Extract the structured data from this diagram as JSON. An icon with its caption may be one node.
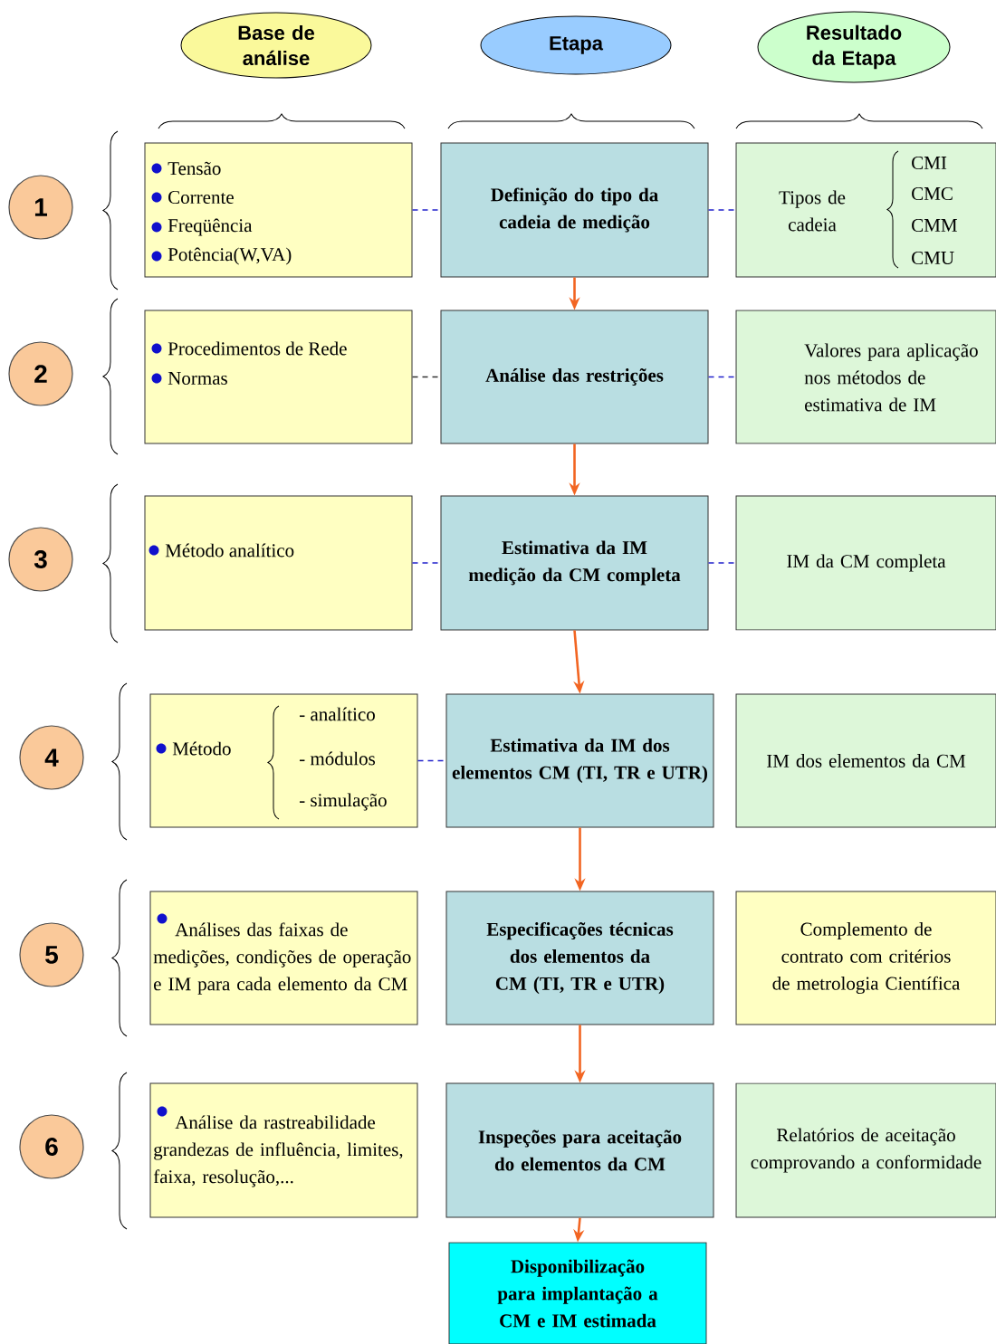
{
  "diagram": {
    "nodes": [
      {
        "text": [
          "Base de análise"
        ]
      },
      {
        "text": [
          "Etapa"
        ]
      },
      {
        "text": [
          "Resultado da Etapa"
        ]
      },
      {
        "text": [
          "1"
        ]
      },
      {
        "text": [
          "Tensão",
          "Corrente",
          "Freqüência",
          "Potência(W,VA)"
        ]
      },
      {
        "text": [
          "Definição do tipo da cadeia de medição"
        ]
      },
      {
        "text": [
          "Tipos de cadeia",
          "CMI",
          "CMC",
          "CMM",
          "CMU"
        ]
      },
      {
        "text": [
          "2"
        ]
      },
      {
        "text": [
          "Procedimentos de Rede",
          "Normas"
        ]
      },
      {
        "text": [
          "Análise das restrições"
        ]
      },
      {
        "text": [
          "Valores para aplicação nos métodos de estimativa de IM"
        ]
      },
      {
        "text": [
          "3"
        ]
      },
      {
        "text": [
          "Método analítico"
        ]
      },
      {
        "text": [
          "Estimativa da IM medição da CM completa"
        ]
      },
      {
        "text": [
          "IM da CM completa"
        ]
      },
      {
        "text": [
          "4"
        ]
      },
      {
        "text": [
          "Método",
          "- analítico",
          "- módulos",
          "- simulação"
        ]
      },
      {
        "text": [
          "Estimativa da IM dos elementos CM (TI, TR e UTR)"
        ]
      },
      {
        "text": [
          "IM dos elementos da CM"
        ]
      },
      {
        "text": [
          "5"
        ]
      },
      {
        "text": [
          "Análises das faixas de medições, condições de operação e IM para cada elemento da CM"
        ]
      },
      {
        "text": [
          "Especificações técnicas dos elementos da CM (TI, TR e UTR)"
        ]
      },
      {
        "text": [
          "Complemento de contrato com critérios de metrologia Científica"
        ]
      },
      {
        "text": [
          "6"
        ]
      },
      {
        "text": [
          "Análise da rastreabilidade grandezas de influência, limites, faixa, resolução,..."
        ]
      },
      {
        "text": [
          "Inspeções para aceitação do elementos da CM"
        ]
      },
      {
        "text": [
          "Relatórios de aceitação comprovando a conformidade"
        ]
      },
      {
        "text": [
          "Disponibilização para implantação a CM e IM estimada"
        ]
      }
    ],
    "edges": [
      {
        "from": 4,
        "to": 5,
        "arrow": "none",
        "style": "dashed",
        "color": "#2222cc"
      },
      {
        "from": 5,
        "to": 6,
        "arrow": "none",
        "style": "dashed",
        "color": "#2222cc"
      },
      {
        "from": 8,
        "to": 9,
        "arrow": "none",
        "style": "dashed",
        "color": "#333333"
      },
      {
        "from": 9,
        "to": 10,
        "arrow": "none",
        "style": "dashed",
        "color": "#2222cc"
      },
      {
        "from": 12,
        "to": 13,
        "arrow": "none",
        "style": "dashed",
        "color": "#2222cc"
      },
      {
        "from": 13,
        "to": 14,
        "arrow": "none",
        "style": "dashed",
        "color": "#2222cc"
      },
      {
        "from": 16,
        "to": 17,
        "arrow": "none",
        "style": "dashed",
        "color": "#2222cc"
      },
      {
        "from": 5,
        "to": 9,
        "arrow": "to",
        "color": "#f26522"
      },
      {
        "from": 9,
        "to": 13,
        "arrow": "to",
        "color": "#f26522"
      },
      {
        "from": 13,
        "to": 17,
        "arrow": "to",
        "color": "#f26522"
      },
      {
        "from": 17,
        "to": 21,
        "arrow": "to",
        "color": "#f26522"
      },
      {
        "from": 21,
        "to": 25,
        "arrow": "to",
        "color": "#f26522"
      },
      {
        "from": 25,
        "to": 27,
        "arrow": "to",
        "color": "#f26522"
      }
    ]
  }
}
